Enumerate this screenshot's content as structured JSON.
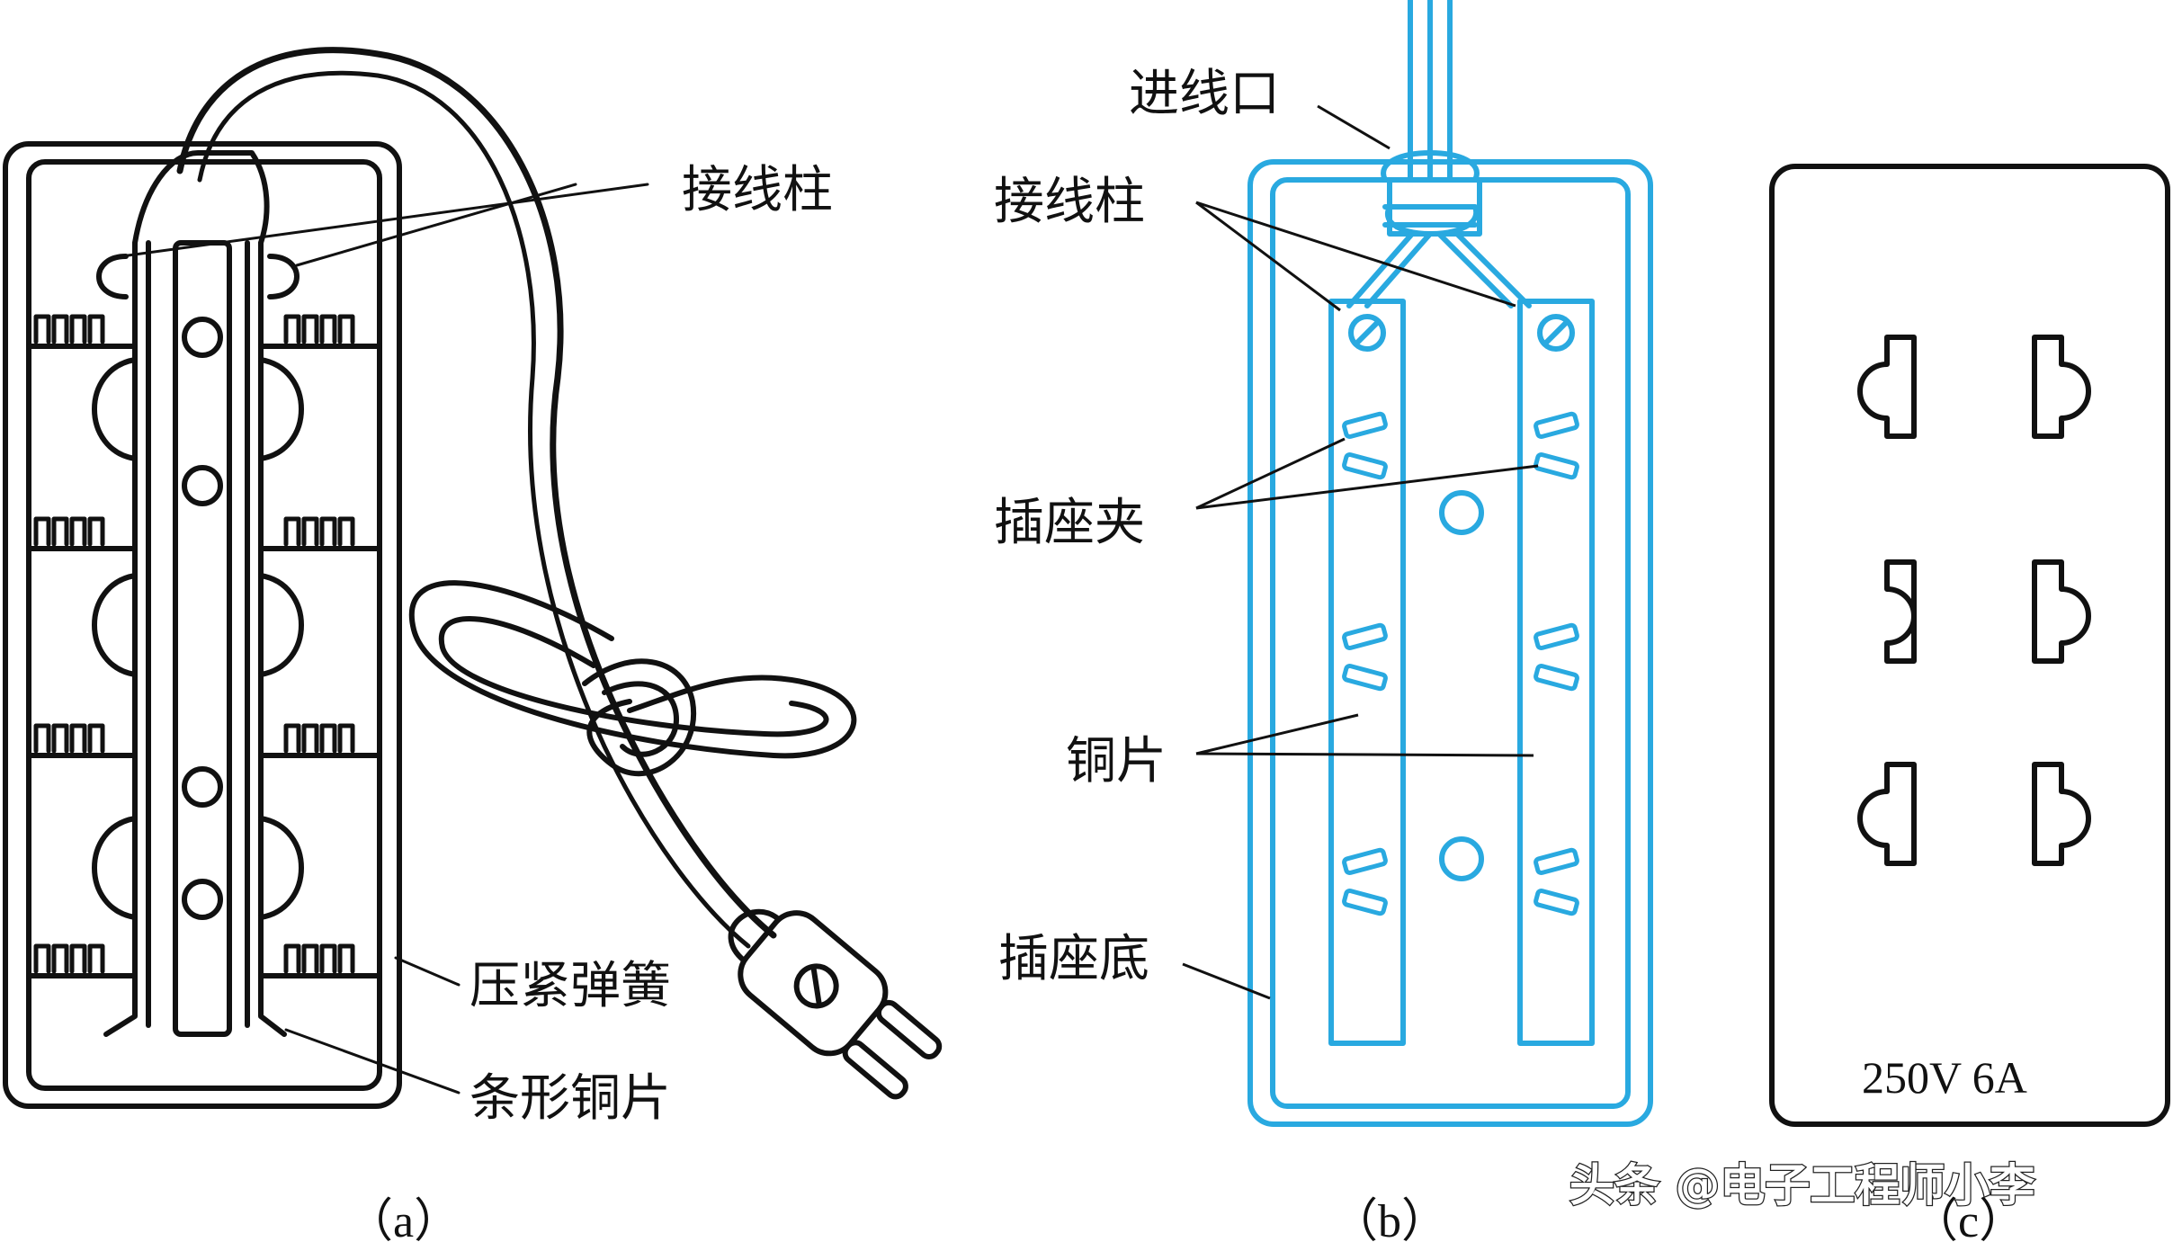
{
  "panel_a": {
    "caption": "（a）",
    "labels": {
      "terminal_post": "接线柱",
      "pressure_spring": "压紧弹簧",
      "strip_copper": "条形铜片"
    }
  },
  "panel_b": {
    "caption": "（b）",
    "labels": {
      "inlet": "进线口",
      "terminal_post": "接线柱",
      "socket_clip": "插座夹",
      "copper_sheet": "铜片",
      "socket_base": "插座底"
    },
    "colors": {
      "outline": "#29a9e0"
    }
  },
  "panel_c": {
    "caption": "（c）",
    "rating": "250V 6A"
  },
  "watermark": "头条 @电子工程师小李"
}
